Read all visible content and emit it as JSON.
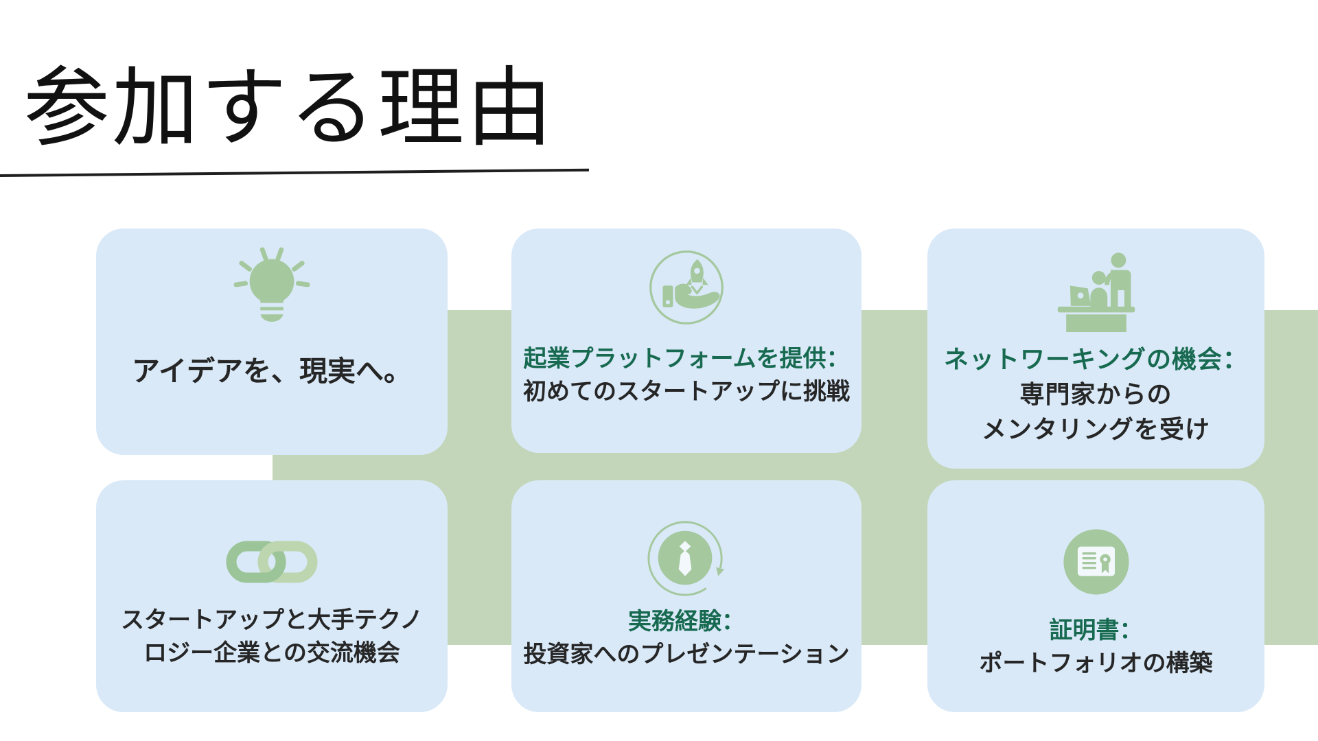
{
  "slide": {
    "title": "参加する理由"
  },
  "colors": {
    "card_bg": "#d9e9f8",
    "band": "#c3d6b9",
    "icon_green": "#a5c89e",
    "chain_left": "#9bc598",
    "chain_right": "#bdd6b0",
    "heading_green": "#176a50",
    "body_text": "#262626"
  },
  "cards": [
    {
      "icon": "lightbulb-icon",
      "line1": "アイデアを、現実へ。"
    },
    {
      "icon": "rocket-in-hand-icon",
      "heading": "起業プラットフォームを提供：",
      "line1": "初めてのスタートアップに挑戦"
    },
    {
      "icon": "mentoring-desk-icon",
      "heading": "ネットワーキングの機会：",
      "line1": "専門家からの",
      "line2": "メンタリングを受け"
    },
    {
      "icon": "chain-link-icon",
      "line1": "スタートアップと大手テクノ",
      "line2": "ロジー企業との交流機会"
    },
    {
      "icon": "business-tie-cycle-icon",
      "heading": "実務経験：",
      "line1": "投資家へのプレゼンテーション"
    },
    {
      "icon": "certificate-icon",
      "heading": "証明書：",
      "line1": "ポートフォリオの構築"
    }
  ]
}
